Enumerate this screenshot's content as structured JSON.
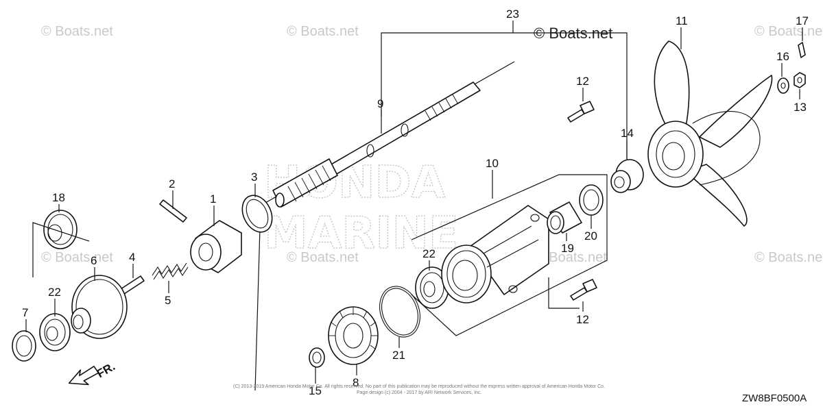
{
  "watermarks": {
    "top_left": "© Boats.net",
    "top_mid": "© Boats.net",
    "top_right_dark": "© Boats.net",
    "mid_left": "© Boats.net",
    "mid_center": "© Boats.net",
    "mid_right": "© Boats.net",
    "far_right": "© Boats.net"
  },
  "brand": {
    "line1": "HONDA",
    "line2": "MARINE"
  },
  "direction_arrow": {
    "label": "FR."
  },
  "diagram_code": "ZW8BF0500A",
  "copyright": {
    "line1": "(C) 2013-2019 American Honda Motor Co. All rights reserved. No part of this publication may be reproduced without the express written approval of American Honda Motor Co.",
    "line2": "Page design (c) 2004 - 2017 by ARI Network Services, Inc."
  },
  "callouts": [
    {
      "id": "c23",
      "text": "23"
    },
    {
      "id": "c9",
      "text": "9"
    },
    {
      "id": "c11",
      "text": "11"
    },
    {
      "id": "c17",
      "text": "17"
    },
    {
      "id": "c16",
      "text": "16"
    },
    {
      "id": "c13",
      "text": "13"
    },
    {
      "id": "c12a",
      "text": "12"
    },
    {
      "id": "c14",
      "text": "14"
    },
    {
      "id": "c10",
      "text": "10"
    },
    {
      "id": "c3",
      "text": "3"
    },
    {
      "id": "c2",
      "text": "2"
    },
    {
      "id": "c1",
      "text": "1"
    },
    {
      "id": "c18",
      "text": "18"
    },
    {
      "id": "c4",
      "text": "4"
    },
    {
      "id": "c5",
      "text": "5"
    },
    {
      "id": "c6",
      "text": "6"
    },
    {
      "id": "c7",
      "text": "7"
    },
    {
      "id": "c22a",
      "text": "22"
    },
    {
      "id": "c22b",
      "text": "22"
    },
    {
      "id": "c19",
      "text": "19"
    },
    {
      "id": "c20",
      "text": "20"
    },
    {
      "id": "c12b",
      "text": "12"
    },
    {
      "id": "c21",
      "text": "21"
    },
    {
      "id": "c8",
      "text": "8"
    },
    {
      "id": "c15",
      "text": "15"
    }
  ]
}
